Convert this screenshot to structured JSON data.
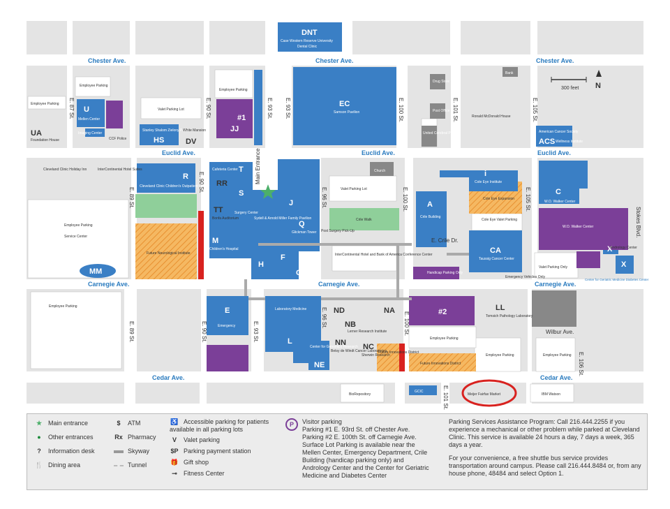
{
  "streets": {
    "chester_w": "Chester Ave.",
    "chester_c": "Chester Ave.",
    "chester_e": "Chester Ave.",
    "euclid_w": "Euclid Ave.",
    "euclid_c": "Euclid Ave.",
    "euclid_e": "Euclid Ave.",
    "carnegie_w": "Carnegie Ave.",
    "carnegie_c": "Carnegie Ave.",
    "carnegie_e": "Carnegie Ave.",
    "cedar_w": "Cedar Ave.",
    "cedar_e": "Cedar Ave.",
    "crile": "E. Crile Dr.",
    "wilbur": "Wilbur Ave.",
    "stokes": "Stokes Blvd.",
    "main_entrance": "Main Entrance",
    "e87": "E. 87 St.",
    "e89": "E. 89 St.",
    "e89b": "E. 89 St.",
    "e90": "E. 90 St.",
    "e90b": "E. 90 St.",
    "e90c": "E. 90 St.",
    "e93": "E. 93 St.",
    "e93b": "E. 93 St.",
    "e93c": "E. 93 St.",
    "e96": "E. 96 St.",
    "e96b": "E. 96 St.",
    "e100": "E. 100 St.",
    "e100b": "E. 100 St.",
    "e100c": "E. 100 St.",
    "e101": "E. 101 St.",
    "e101b": "E. 101 St.",
    "e105": "E. 105 St.",
    "e105b": "E. 105 St.",
    "e106": "E. 106 St."
  },
  "scale": {
    "label": "300 feet",
    "north": "N"
  },
  "buildings": {
    "DNT": {
      "code": "DNT",
      "name": "Case Western Reserve University",
      "name2": "Dental Clinic"
    },
    "EC": {
      "code": "EC",
      "name": "Samson Pavilion"
    },
    "U": {
      "code": "U",
      "name": "Mellen Center"
    },
    "imaging": "Imaging Center",
    "UA": {
      "code": "UA",
      "name": "Foundation House"
    },
    "CCF": "CCF Police",
    "HS": {
      "code": "HS",
      "name": "Stanley Shalom Zielony Plaza"
    },
    "DV": {
      "code": "DV",
      "name": "White Mansion"
    },
    "JJ": {
      "code": "JJ",
      "marker": "#1"
    },
    "drug": "Drug Store",
    "post": "Post Office",
    "united": "United Cerebral Palsy",
    "ronald": "Ronald McDonald House",
    "bank": "Bank",
    "ACS": {
      "code": "ACS",
      "name": "American Cancer Society",
      "name2": "Wellness Institute"
    },
    "R": {
      "code": "R",
      "name": "Cleveland Clinic Children's Outpatient Center"
    },
    "T": {
      "code": "T",
      "name": "Cafeteria Center"
    },
    "RR": {
      "code": "RR"
    },
    "S": {
      "code": "S",
      "name": "Surgery Center"
    },
    "TT": {
      "code": "TT",
      "name": "Bonfa Auditorium"
    },
    "J": {
      "code": "J",
      "name": "Sydell & Arnold Miller Family Pavilion"
    },
    "Q": {
      "code": "Q",
      "name": "Glickman Tower"
    },
    "M": {
      "code": "M",
      "name": "Children's Hospital"
    },
    "F": {
      "code": "F"
    },
    "H": {
      "code": "H"
    },
    "G": {
      "code": "G"
    },
    "church": "Church",
    "A": {
      "code": "A",
      "name": "Crile Building"
    },
    "I": {
      "code": "i",
      "name": "Cole Eye Institute"
    },
    "eye_exp": "Cole Eye Expansion",
    "eye_valet": "Cole Eye Valet Parking",
    "CA": {
      "code": "CA",
      "name": "Taussig Cancer Center"
    },
    "C": {
      "code": "C",
      "name": "W.O. Walker Center"
    },
    "walker": "W.O. Walker Center",
    "X1": {
      "code": "X",
      "name": "Andrology Center"
    },
    "X2": {
      "code": "X",
      "name": "Center for Geriatric Medicine Diabetes Center"
    },
    "MM": {
      "code": "MM",
      "name": "Service Center"
    },
    "future_neuro": "Future Neurological Institute",
    "E": {
      "code": "E",
      "name": "Emergency"
    },
    "L": {
      "code": "L",
      "name": "Laboratory Medicine"
    },
    "NE": {
      "code": "NE",
      "name": "Center for Genomics Research"
    },
    "ND": {
      "code": "ND"
    },
    "NB": {
      "code": "NB",
      "name": "Lerner Research Institute"
    },
    "NN": {
      "code": "NN",
      "name": "Betsy de Windt Cancer Laboratories"
    },
    "NC": {
      "code": "NC",
      "name": "Sherwin Research"
    },
    "NA": {
      "code": "NA"
    },
    "future_innov": "Future Innovations District",
    "future_innov2": "Future Innovations District",
    "P2": {
      "marker": "#2"
    },
    "LL": {
      "code": "LL",
      "name": "Tomsich Pathology Laboratory"
    },
    "GCIC": "GCIC",
    "meijer": "Meijer Fairfax Market",
    "ibm": "IBM Watson",
    "biorepo": "BioRepository",
    "intercon": "InterContinental Hotel and Bank of America Conference Center",
    "intercon_suites": "InterContinental Hotel Suites",
    "clinic_holiday": "Cleveland Clinic Holiday Inn",
    "handicap": "Handicap Parking Only",
    "crile_walk": "Crile Walk",
    "post_surgery": "Post Surgery Pick-Up",
    "emergency_vehicles": "Emergency Vehicles Only"
  },
  "parking_lots": {
    "employee_nw": "Employee Parking",
    "employee_w2": "Employee Parking",
    "employee_u": "Employee Parking",
    "employee_jj": "Employee Parking",
    "employee_sw": "Employee Parking",
    "employee_p2": "Employee Parking",
    "employee_s1": "Employee Parking",
    "employee_s2": "Employee Parking",
    "valet1": "Valet Parking Lot",
    "valet2": "Valet Parking Lot",
    "valet_only": "Valet Parking Only"
  },
  "legend": {
    "main_entrance": "Main entrance",
    "other_entrances": "Other entrances",
    "info_desk": "Information desk",
    "dining": "Dining area",
    "atm": "ATM",
    "pharmacy": "Pharmacy",
    "skyway": "Skyway",
    "tunnel": "Tunnel",
    "accessible": "Accessible parking for patients available in all parking lots",
    "valet": "Valet parking",
    "payment": "Parking payment station",
    "gift": "Gift shop",
    "fitness": "Fitness Center",
    "sym_atm": "$",
    "sym_rx": "Rx",
    "sym_info": "?",
    "sym_sp": "$P",
    "visitor_title": "Visitor parking",
    "visitor_1": "Parking #1  E. 93rd St. off Chester Ave.",
    "visitor_2": "Parking #2  E. 100th St. off Carnegie Ave.",
    "surface": "Surface Lot Parking is available near the Mellen Center, Emergency Department, Crile Building (handicap parking only) and Andrology Center and the Center for Geriatric Medicine and Diabetes Center",
    "assist": "Parking Services Assistance Program: Call 216.444.2255 if you experience a mechanical or other problem while parked at Cleveland Clinic. This service is available 24 hours a day, 7 days a week, 365 days a year.",
    "shuttle": "For your convenience, a free shuttle bus service provides transportation around campus. Please call 216.444.8484 or, from any house phone, 48484 and select Option 1."
  },
  "colors": {
    "building": "#3a7fc5",
    "parking_purple": "#7b3f98",
    "future_orange": "#f0a040",
    "grey_block": "#e4e4e4",
    "green": "#8fcf9a",
    "street_label": "#2a7bbf",
    "highlight": "#d8221f"
  }
}
